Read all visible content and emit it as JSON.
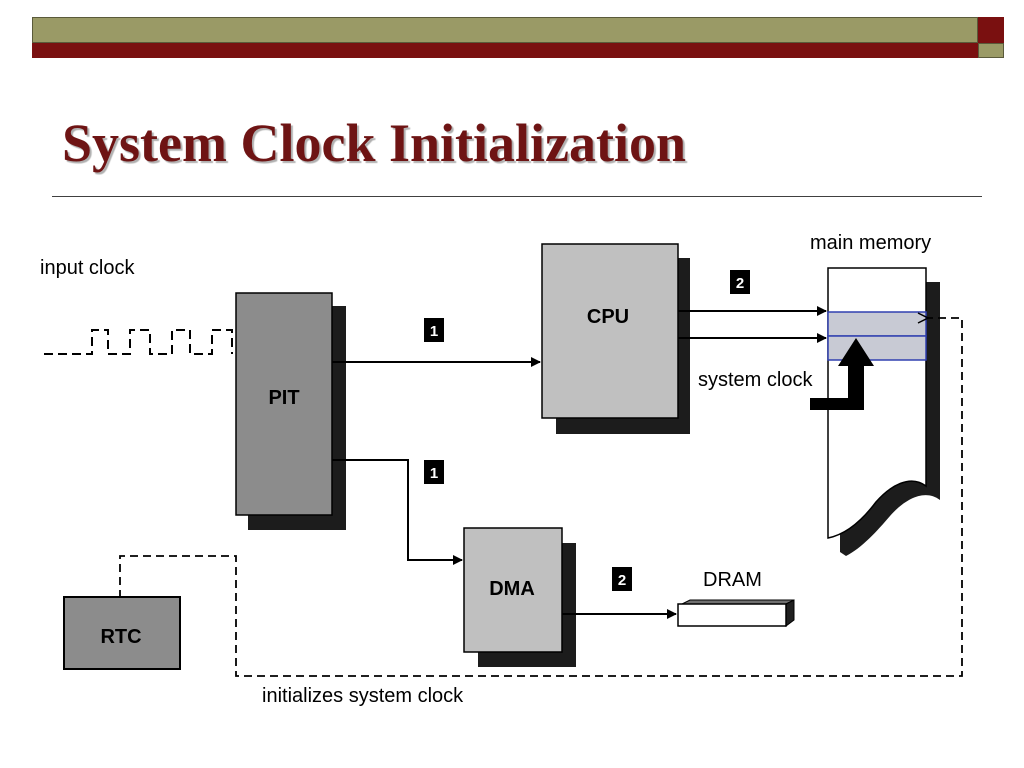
{
  "slide": {
    "title": "System Clock Initialization",
    "colors": {
      "title": "#6e1414",
      "bar_olive": "#9a9a66",
      "bar_maroon": "#7a1010"
    }
  },
  "diagram": {
    "components": {
      "pit": "PIT",
      "cpu": "CPU",
      "dma": "DMA",
      "rtc": "RTC",
      "dram": "DRAM",
      "main_memory": "main memory"
    },
    "labels": {
      "input_clock": "input clock",
      "system_clock": "system clock",
      "initializes": "initializes system clock"
    },
    "steps": {
      "pit_to_cpu": "1",
      "pit_to_dma": "1",
      "cpu_to_memory": "2",
      "dma_to_dram": "2"
    }
  }
}
